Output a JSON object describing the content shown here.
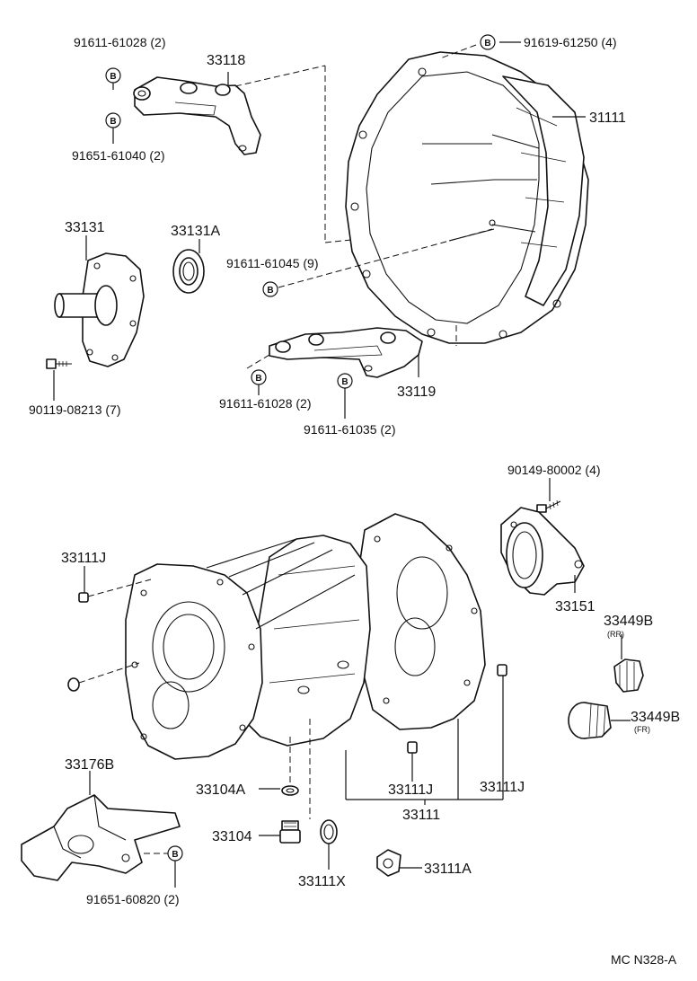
{
  "bolt_symbol": "B",
  "labels": {
    "p_91611_61028_top": "91611-61028 (2)",
    "p_33118": "33118",
    "p_91651_61040": "91651-61040 (2)",
    "p_91619_61250": "91619-61250 (4)",
    "p_31111": "31111",
    "p_33131": "33131",
    "p_33131A": "33131A",
    "p_91611_61045": "91611-61045 (9)",
    "p_90119_08213": "90119-08213 (7)",
    "p_91611_61028_mid": "91611-61028 (2)",
    "p_33119": "33119",
    "p_91611_61035": "91611-61035 (2)",
    "p_90149_80002": "90149-80002 (4)",
    "p_33111J_left": "33111J",
    "p_33151": "33151",
    "p_33449B_rr": "33449B",
    "p_33449B_rr_note": "(RR)",
    "p_33449B_fr": "33449B",
    "p_33449B_fr_note": "(FR)",
    "p_33176B": "33176B",
    "p_33104A": "33104A",
    "p_33111J_mid": "33111J",
    "p_33111J_right": "33111J",
    "p_33111": "33111",
    "p_33104": "33104",
    "p_33111X": "33111X",
    "p_33111A": "33111A",
    "p_91651_60820": "91651-60820 (2)",
    "footer_code": "MC  N328-A"
  },
  "icons": {
    "bolt_marker": "circle-b-icon",
    "clutch_housing": "clutch-housing-icon",
    "transmission_case": "transmission-case-icon",
    "extension_housing": "extension-housing-icon"
  }
}
